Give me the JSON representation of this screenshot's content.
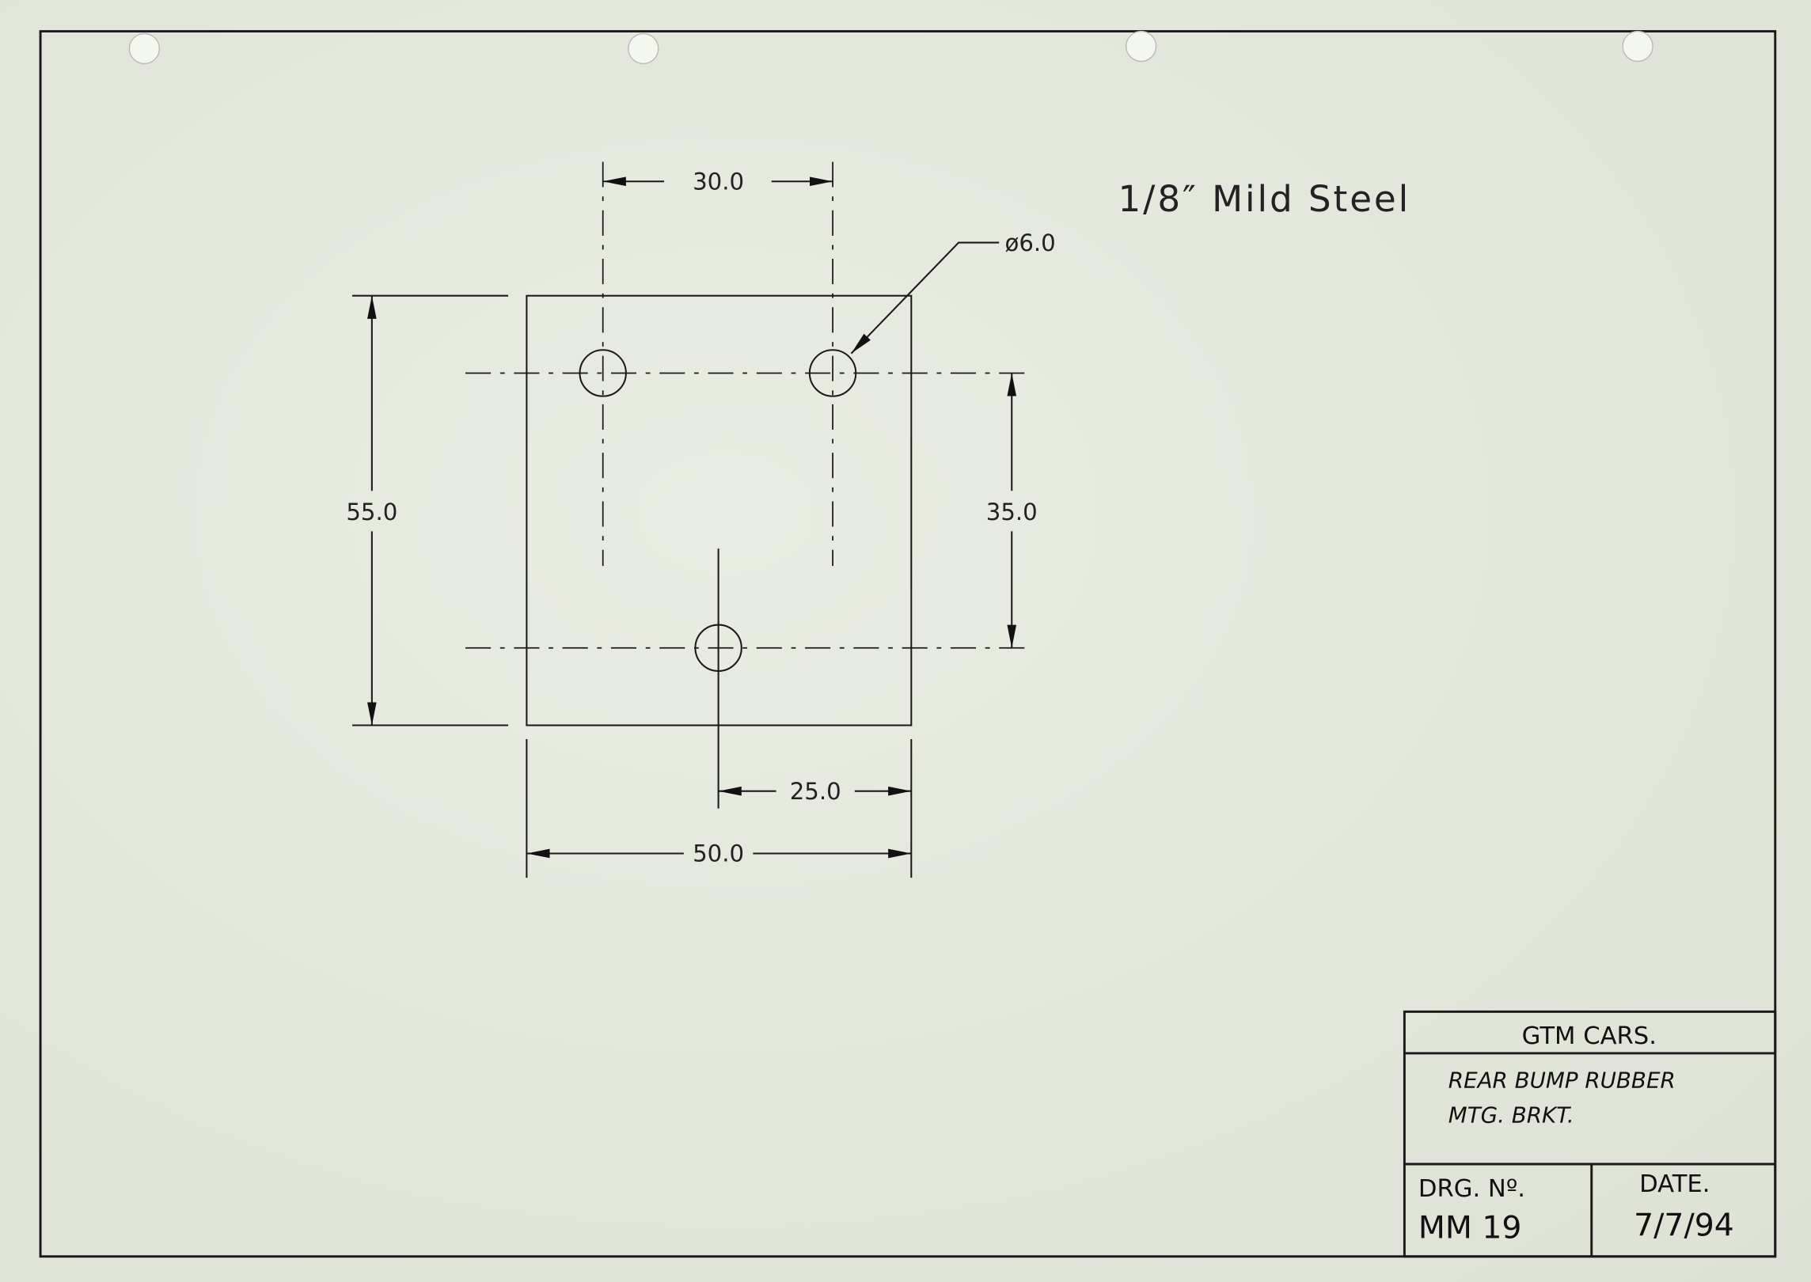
{
  "drawing": {
    "material_note": "1/8″ Mild Steel",
    "dimensions": {
      "hole_spacing_horizontal": "30.0",
      "hole_diameter": "ø6.0",
      "plate_height": "55.0",
      "hole_spacing_vertical": "35.0",
      "bottom_hole_offset": "25.0",
      "plate_width": "50.0"
    }
  },
  "title_block": {
    "company": "GTM CARS.",
    "description_line1": "REAR  BUMP  RUBBER",
    "description_line2": "MTG.  BRKT.",
    "drawing_number_label": "DRG. Nº.",
    "drawing_number": "MM 19",
    "date_label": "DATE.",
    "date": "7/7/94"
  }
}
